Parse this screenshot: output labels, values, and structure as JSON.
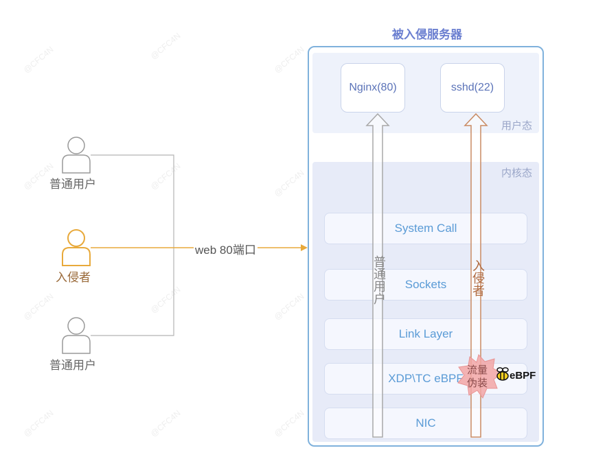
{
  "server": {
    "title": "被入侵服务器",
    "user_space_label": "用户态",
    "kernel_space_label": "内核态"
  },
  "processes": [
    {
      "label": "Nginx(80)"
    },
    {
      "label": "sshd(22)"
    }
  ],
  "layers": [
    {
      "label": "System Call"
    },
    {
      "label": "Sockets"
    },
    {
      "label": "Link Layer"
    },
    {
      "label": "XDP\\TC eBPF"
    },
    {
      "label": "NIC"
    }
  ],
  "actors": {
    "user_top": "普通用户",
    "intruder": "入侵者",
    "user_bottom": "普通用户"
  },
  "connection_label": "web 80端口",
  "flows": {
    "normal_label": "普通用户",
    "intruder_label": "入侵者"
  },
  "badge": {
    "line1": "流量",
    "line2": "伪装"
  },
  "ebpf": {
    "logo_text": "eBPF"
  },
  "watermark": "@CFC4N",
  "colors": {
    "intruder": "#e8a93a",
    "user": "#aaaaaa",
    "server_border": "#7fb1dc",
    "badge": "#f2a6a6"
  }
}
